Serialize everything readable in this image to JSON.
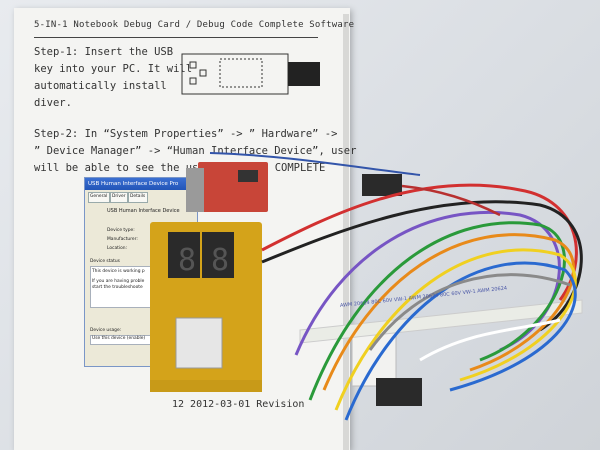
{
  "manual": {
    "title": "5-IN-1 Notebook Debug Card / Debug Code Complete Software",
    "step1_line1": "Step-1:  Insert  the  USB",
    "step1_line2": "key into your PC. It will",
    "step1_line3": "automatically    install",
    "step1_line4": "diver.",
    "step2_line1": "Step-2: In  “System Properties” -> ” Hardware” ->",
    "step2_line2": " ” Device Manager” ->  “Human Interface Device”, user",
    "step2_line3": "will be able to see the usb",
    "step2_line3_tail": "COMPLETE",
    "footer": "12        2012-03-01 Revision"
  },
  "dialog": {
    "title": "USB Human Interface Device Pro",
    "tab_general": "General",
    "tab_driver": "Driver",
    "tab_details": "Details",
    "device_name": "USB Human Interface Device",
    "label_type": "Device type:",
    "label_manufacturer": "Manufacturer:",
    "label_location": "Location:",
    "status_group": "Device status",
    "status_text1": "This device is working p",
    "status_text2": "If you are having proble",
    "status_text3": "start the troubleshoote",
    "usage_label": "Device usage:",
    "usage_value": "Use this device (enable)"
  },
  "ribbon": {
    "text": "AWM 20624 80C 60V VW-1    AWM 20624 80C 60V VW-1    AWM 20624"
  },
  "colors": {
    "paper": "#f4f4f2",
    "card": "#d4a31a",
    "adapter": "#c84538"
  }
}
